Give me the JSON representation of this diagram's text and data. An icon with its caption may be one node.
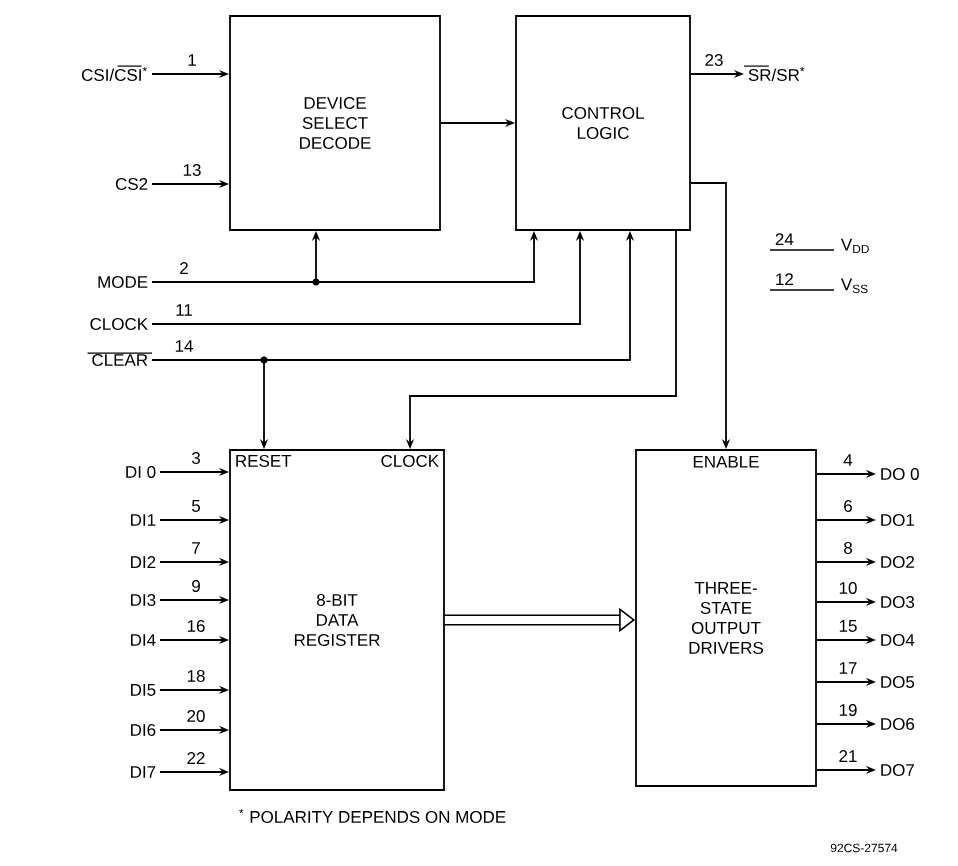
{
  "diagram": {
    "nodes": [
      {
        "text": [
          "DEVICE SELECT DECODE"
        ]
      },
      {
        "text": [
          "CONTROL LOGIC"
        ]
      },
      {
        "text": [
          "RESET",
          "CLOCK",
          "8-BIT DATA REGISTER"
        ]
      },
      {
        "text": [
          "ENABLE",
          "THREE-STATE OUTPUT DRIVERS"
        ]
      },
      {
        "text": [
          "CSI/CSI$^{*}$"
        ]
      },
      {
        "text": [
          "CS2"
        ]
      },
      {
        "text": [
          "MODE"
        ]
      },
      {
        "text": [
          "CLOCK"
        ]
      },
      {
        "text": [
          "CLEAR"
        ]
      },
      {
        "text": [
          "SR/SR$^{*}$"
        ]
      },
      {
        "text": [
          "DI 0"
        ]
      },
      {
        "text": [
          "DI1"
        ]
      },
      {
        "text": [
          "DI2"
        ]
      },
      {
        "text": [
          "DI3"
        ]
      },
      {
        "text": [
          "DI4"
        ]
      },
      {
        "text": [
          "DI5"
        ]
      },
      {
        "text": [
          "DI6"
        ]
      },
      {
        "text": [
          "DI7"
        ]
      },
      {
        "text": [
          "DO 0"
        ]
      },
      {
        "text": [
          "DO1"
        ]
      },
      {
        "text": [
          "DO2"
        ]
      },
      {
        "text": [
          "DO3"
        ]
      },
      {
        "text": [
          "DO4"
        ]
      },
      {
        "text": [
          "DO5"
        ]
      },
      {
        "text": [
          "DO6"
        ]
      },
      {
        "text": [
          "DO7"
        ]
      }
    ],
    "edges": [
      {
        "from": 4,
        "to": 0,
        "arrow": "to",
        "label": "1"
      },
      {
        "from": 5,
        "to": 0,
        "arrow": "to",
        "label": "13"
      },
      {
        "from": 0,
        "to": 1,
        "arrow": "to"
      },
      {
        "from": 1,
        "to": 9,
        "arrow": "to",
        "label": "23"
      },
      {
        "from": 6,
        "to": 0,
        "arrow": "to",
        "label": "2"
      },
      {
        "from": 6,
        "to": 1,
        "arrow": "to"
      },
      {
        "from": 7,
        "to": 1,
        "arrow": "to",
        "label": "11"
      },
      {
        "from": 8,
        "to": 1,
        "arrow": "to",
        "label": "14"
      },
      {
        "from": 8,
        "to": 2,
        "arrow": "to"
      },
      {
        "from": 1,
        "to": 2,
        "arrow": "to"
      },
      {
        "from": 1,
        "to": 3,
        "arrow": "to"
      },
      {
        "from": 2,
        "to": 3,
        "arrow": "to",
        "style": "thick"
      },
      {
        "from": 10,
        "to": 2,
        "arrow": "to",
        "label": "3"
      },
      {
        "from": 11,
        "to": 2,
        "arrow": "to",
        "label": "5"
      },
      {
        "from": 12,
        "to": 2,
        "arrow": "to",
        "label": "7"
      },
      {
        "from": 13,
        "to": 2,
        "arrow": "to",
        "label": "9"
      },
      {
        "from": 14,
        "to": 2,
        "arrow": "to",
        "label": "16"
      },
      {
        "from": 15,
        "to": 2,
        "arrow": "to",
        "label": "18"
      },
      {
        "from": 16,
        "to": 2,
        "arrow": "to",
        "label": "20"
      },
      {
        "from": 17,
        "to": 2,
        "arrow": "to",
        "label": "22"
      },
      {
        "from": 3,
        "to": 18,
        "arrow": "to",
        "label": "4"
      },
      {
        "from": 3,
        "to": 19,
        "arrow": "to",
        "label": "6"
      },
      {
        "from": 3,
        "to": 20,
        "arrow": "to",
        "label": "8"
      },
      {
        "from": 3,
        "to": 21,
        "arrow": "to",
        "label": "10"
      },
      {
        "from": 3,
        "to": 22,
        "arrow": "to",
        "label": "15"
      },
      {
        "from": 3,
        "to": 23,
        "arrow": "to",
        "label": "17"
      },
      {
        "from": 3,
        "to": 24,
        "arrow": "to",
        "label": "19"
      },
      {
        "from": 3,
        "to": 25,
        "arrow": "to",
        "label": "21"
      }
    ],
    "labels": [
      "24",
      "V$_{DD}$",
      "12",
      "V$_{SS}$",
      "$^{*}$ POLARITY DEPENDS ON MODE",
      "92CS-27574"
    ]
  }
}
